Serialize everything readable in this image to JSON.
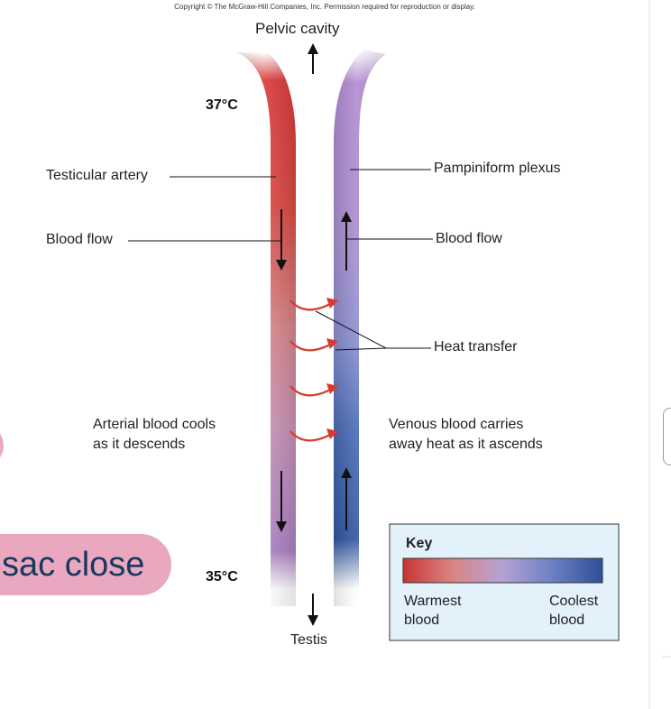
{
  "diagram": {
    "copyright": "Copyright © The McGraw-Hill Companies, Inc. Permission required for reproduction or display.",
    "top_label": "Pelvic cavity",
    "bottom_label": "Testis",
    "temp_top": "37°C",
    "temp_bottom": "35°C",
    "artery_label": "Testicular artery",
    "plexus_label": "Pampiniform plexus",
    "left_flow_label": "Blood flow",
    "right_flow_label": "Blood flow",
    "heat_label": "Heat transfer",
    "arterial_note_1": "Arterial blood cools",
    "arterial_note_2": "as it descends",
    "venous_note_1": "Venous blood carries",
    "venous_note_2": "away heat as it ascends"
  },
  "key": {
    "title": "Key",
    "warm_1": "Warmest",
    "warm_2": "blood",
    "cool_1": "Coolest",
    "cool_2": "blood"
  },
  "overlay": {
    "text": "sac close"
  },
  "colors": {
    "warm": "#d8383a",
    "mid": "#a68cc8",
    "cool": "#2f5596",
    "heat_arrow": "#d93a2f",
    "key_bg": "#e2f1fa"
  }
}
